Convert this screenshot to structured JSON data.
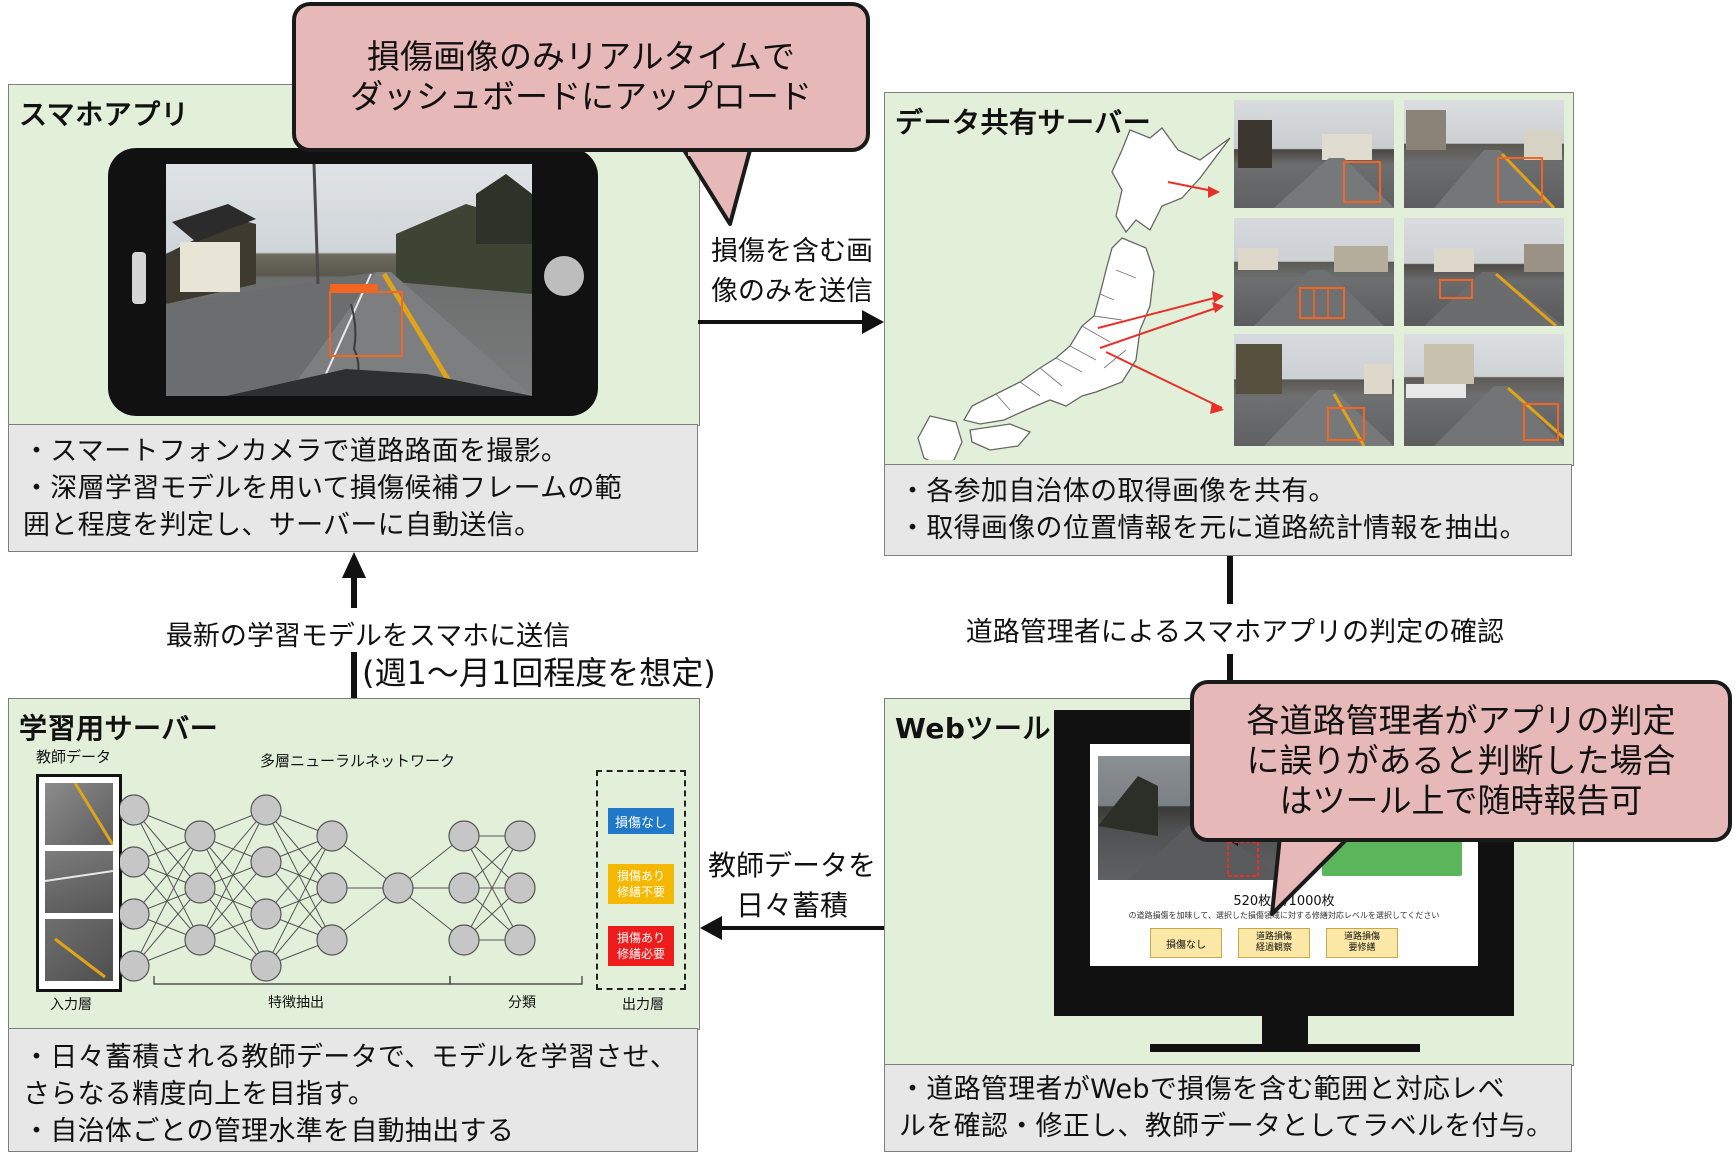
{
  "callouts": {
    "upload": [
      "損傷画像のみリアルタイムで",
      "ダッシュボードにアップロード"
    ],
    "report": [
      "各道路管理者がアプリの判定",
      "に誤りがあると判断した場合",
      "はツール上で随時報告可"
    ]
  },
  "panels": {
    "smartphone": {
      "title": "スマホアプリ",
      "desc": [
        "・スマートフォンカメラで道路路面を撮影。",
        "・深層学習モデルを用いて損傷候補フレームの範",
        "囲と程度を判定し、サーバーに自動送信。"
      ]
    },
    "server": {
      "title": "データ共有サーバー",
      "desc": [
        "・各参加自治体の取得画像を共有。",
        "・取得画像の位置情報を元に道路統計情報を抽出。"
      ]
    },
    "training": {
      "title": "学習用サーバー",
      "desc": [
        "・日々蓄積される教師データで、モデルを学習させ、",
        "さらなる精度向上を目指す。",
        "・自治体ごとの管理水準を自動抽出する"
      ],
      "nn": {
        "teacher_label": "教師データ",
        "network_label": "多層ニューラルネットワーク",
        "input_layer": "入力層",
        "feature": "特徴抽出",
        "classify": "分類",
        "output_layer": "出力層",
        "outputs": [
          {
            "label": [
              "損傷なし"
            ],
            "color": "#1f78c8"
          },
          {
            "label": [
              "損傷あり",
              "修繕不要"
            ],
            "color": "#f5b800"
          },
          {
            "label": [
              "損傷あり",
              "修繕必要"
            ],
            "color": "#ee1c1c"
          }
        ]
      }
    },
    "webtool": {
      "title": "Webツール",
      "desc": [
        "・道路管理者がWebで損傷を含む範囲と対応レベ",
        "ルを確認・修正し、教師データとしてラベルを付与。"
      ],
      "screen": {
        "counter": "520枚目/1000枚",
        "instruction": "の道路損傷を加味して、選択した損傷領域に対する修繕対応レベルを選択してください",
        "buttons": [
          [
            "損傷なし"
          ],
          [
            "道路損傷",
            "経過観察"
          ],
          [
            "道路損傷",
            "要修繕"
          ]
        ]
      }
    }
  },
  "edges": {
    "send_damage": [
      "損傷を含む画",
      "像のみを送信"
    ],
    "latest_model": "最新の学習モデルをスマホに送信",
    "frequency": "(週1〜月1回程度を想定)",
    "confirm": "道路管理者によるスマホアプリの判定の確認",
    "teacher_accumulate": [
      "教師データを",
      "日々蓄積"
    ]
  },
  "colors": {
    "panel_bg": "#e2f0d9",
    "desc_bg": "#e7e7e7",
    "callout_bg": "#e6b9b8",
    "bbox": "#f26522",
    "map_arrow": "#e8302a"
  }
}
